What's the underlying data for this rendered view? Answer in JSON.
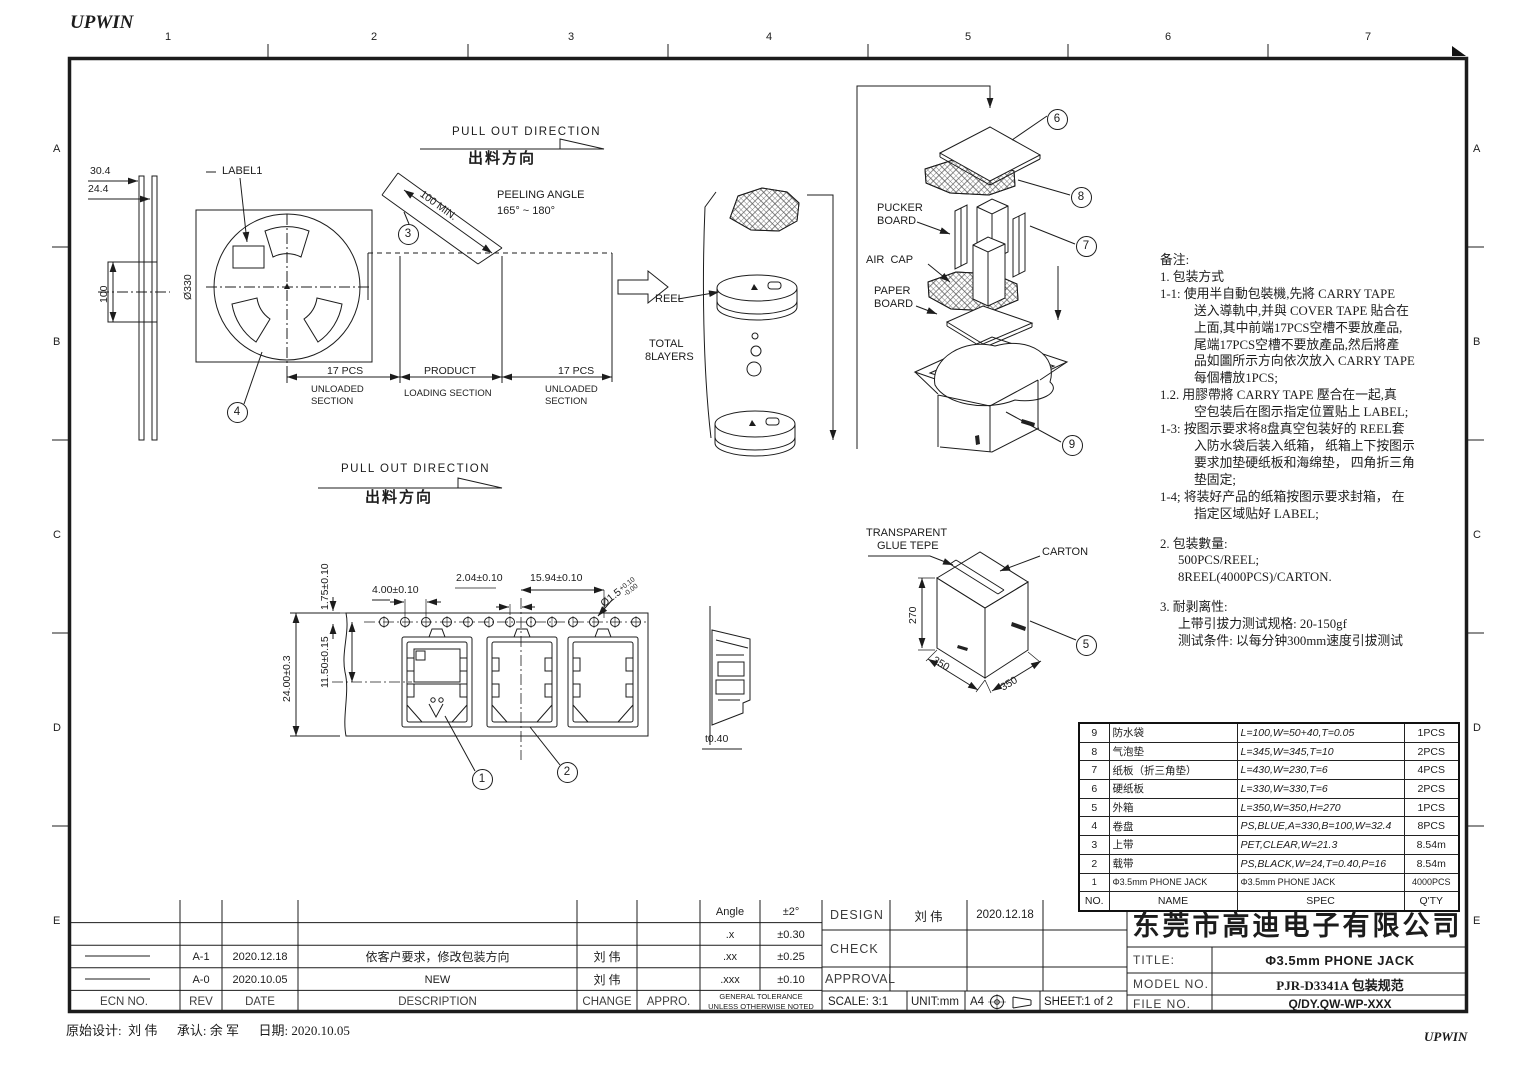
{
  "colors": {
    "ink": "#1c1c1c",
    "paper": "#ffffff"
  },
  "frame": {
    "logo_top": "UPWIN",
    "logo_bottom": "UPWIN",
    "col_labels": [
      "1",
      "2",
      "3",
      "4",
      "5",
      "6",
      "7"
    ],
    "row_labels": [
      "A",
      "B",
      "C",
      "D",
      "E"
    ],
    "credit": "原始设计:  刘 伟      承认: 余 军      日期: 2020.10.05"
  },
  "reel_view": {
    "dim_outer_width": "30.4",
    "dim_inner_width": "24.4",
    "dim_hub": "100",
    "dim_diameter": "Ø330",
    "label1": "LABEL1",
    "balloon_reel": "4",
    "balloon_tape": "3",
    "pull_out_en": "PULL OUT DIRECTION",
    "pull_out_cn": "出料方向",
    "tape_min": "100 MIN.",
    "peeling_line1": "PEELING ANGLE",
    "peeling_line2": "165° ~ 180°",
    "left_qty": "17 PCS",
    "left_line1": "UNLOADED",
    "left_line2": "SECTION",
    "mid_qty": "PRODUCT",
    "mid_line1": "LOADING SECTION",
    "right_qty": "17 PCS",
    "right_line1": "UNLOADED",
    "right_line2": "SECTION"
  },
  "stack_view": {
    "reel": "REEL",
    "total_line1": "TOTAL",
    "total_line2": "8LAYERS"
  },
  "exploded_view": {
    "balloon_cover_board": "6",
    "balloon_bubble_pad": "8",
    "balloon_pucker": "7",
    "balloon_carton": "9",
    "pucker_line1": "PUCKER",
    "pucker_line2": "BOARD",
    "air_cap": "AIR  CAP",
    "paper_line1": "PAPER",
    "paper_line2": "BOARD"
  },
  "tape_view": {
    "pull_out_en": "PULL OUT DIRECTION",
    "pull_out_cn": "出料方向",
    "dim_edge": "1.75±0.10",
    "dim_hole_pitch": "4.00±0.10",
    "dim_hole_offset": "2.04±0.10",
    "dim_span": "15.94±0.10",
    "hole_dia": "Ø1.5",
    "hole_tol_up": "+0.10",
    "hole_tol_dn": "-0.00",
    "dim_width": "24.00±0.3",
    "dim_center": "11.50±0.15",
    "balloon_product": "1",
    "balloon_pocket": "2",
    "thickness": "t0.40"
  },
  "carton_view": {
    "glue_line1": "TRANSPARENT",
    "glue_line2": "GLUE TEPE",
    "carton": "CARTON",
    "dim_height": "270",
    "dim_width": "350",
    "dim_depth": "350",
    "balloon": "5"
  },
  "notes": {
    "lines": [
      "备注:",
      "1. 包装方式",
      "1-1: 使用半自動包裝機,先將 CARRY TAPE",
      "送入導軌中,并與 COVER TAPE 貼合在",
      "上面,其中前端17PCS空槽不要放產品,",
      "尾端17PCS空槽不要放產品,然后將產",
      "品如圖所示方向依次放入 CARRY TAPE",
      "每個槽放1PCS;",
      "1.2. 用膠帶將 CARRY TAPE 壓合在一起,真",
      "空包装后在图示指定位置贴上 LABEL;",
      "1-3: 按图示要求将8盘真空包装好的 REEL套",
      "入防水袋后装入纸箱， 纸箱上下按图示",
      "要求加垫硬纸板和海绵垫， 四角折三角",
      "垫固定;",
      "1-4; 将装好产品的纸箱按图示要求封箱， 在",
      "指定区域贴好 LABEL;",
      "2. 包装數量:",
      "500PCS/REEL;",
      "8REEL(4000PCS)/CARTON.",
      "3. 耐剥离性:",
      "上带引拔力测试规格: 20-150gf",
      "测试条件: 以每分钟300mm速度引拔测试"
    ]
  },
  "parts_table": {
    "header": {
      "no": "NO.",
      "name": "NAME",
      "spec": "SPEC",
      "qty": "Q'TY"
    },
    "rows": [
      {
        "no": "9",
        "name": "防水袋",
        "spec": "L=100,W=50+40,T=0.05",
        "qty": "1PCS"
      },
      {
        "no": "8",
        "name": "气泡垫",
        "spec": "L=345,W=345,T=10",
        "qty": "2PCS"
      },
      {
        "no": "7",
        "name": "纸板（折三角垫）",
        "spec": "L=430,W=230,T=6",
        "qty": "4PCS"
      },
      {
        "no": "6",
        "name": "硬纸板",
        "spec": "L=330,W=330,T=6",
        "qty": "2PCS"
      },
      {
        "no": "5",
        "name": "外箱",
        "spec": "L=350,W=350,H=270",
        "qty": "1PCS"
      },
      {
        "no": "4",
        "name": "卷盘",
        "spec": "PS,BLUE,A=330,B=100,W=32.4",
        "qty": "8PCS"
      },
      {
        "no": "3",
        "name": "上带",
        "spec": "PET,CLEAR,W=21.3",
        "qty": "8.54m"
      },
      {
        "no": "2",
        "name": "载带",
        "spec": "PS,BLACK,W=24,T=0.40,P=16",
        "qty": "8.54m"
      },
      {
        "no": "1",
        "name": "Φ3.5mm PHONE JACK",
        "spec": "Φ3.5mm PHONE JACK",
        "qty": "4000PCS"
      }
    ]
  },
  "title_block": {
    "revision": {
      "ecn_label": "ECN NO.",
      "rev_label": "REV",
      "date_label": "DATE",
      "desc_label": "DESCRIPTION",
      "change_label": "CHANGE",
      "appro_label": "APPRO.",
      "rows": [
        {
          "rev": "A-1",
          "date": "2020.12.18",
          "desc": "依客户要求，修改包装方向",
          "change": "刘 伟"
        },
        {
          "rev": "A-0",
          "date": "2020.10.05",
          "desc": "NEW",
          "change": "刘 伟"
        }
      ]
    },
    "tolerance": {
      "r1l": "Angle",
      "r1v": "±2°",
      "r2l": ".x",
      "r2v": "±0.30",
      "r3l": ".xx",
      "r3v": "±0.25",
      "r4l": ".xxx",
      "r4v": "±0.10",
      "note1": "GENERAL TOLERANCE",
      "note2": "UNLESS OTHERWISE NOTED"
    },
    "approval": {
      "design": "DESIGN",
      "design_name": "刘 伟",
      "design_date": "2020.12.18",
      "check": "CHECK",
      "approval": "APPROVAL",
      "scale": "SCALE: 3:1",
      "unit": "UNIT:mm",
      "paper": "A4",
      "sheet": "SHEET:1 of 2"
    },
    "company": {
      "name": "东莞市高迪电子有限公司",
      "title_label": "TITLE:",
      "title_value": "Φ3.5mm PHONE JACK",
      "model_label": "MODEL NO.",
      "model_value": "PJR-D3341A 包装规范",
      "file_label": "FILE NO.",
      "file_value": "Q/DY.QW-WP-XXX"
    }
  }
}
